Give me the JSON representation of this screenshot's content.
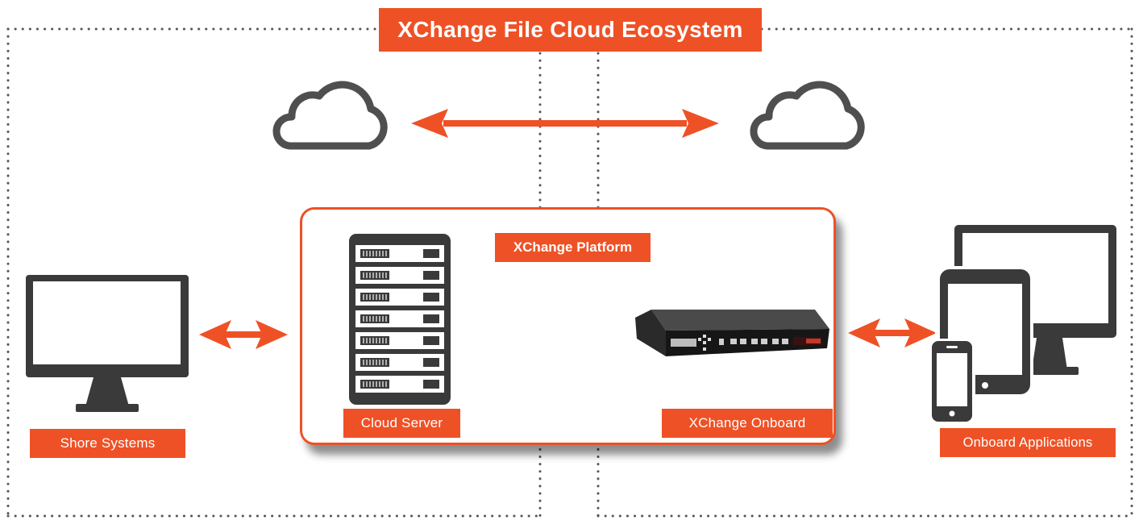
{
  "diagram": {
    "title": "XChange File Cloud Ecosystem",
    "platform_label": "XChange Platform",
    "nodes": {
      "cloud_server": "Cloud Server",
      "xchange_onboard": "XChange Onboard",
      "shore_systems": "Shore Systems",
      "onboard_applications": "Onboard Applications"
    },
    "icons": [
      "cloud-icon",
      "server-rack-icon",
      "rack-appliance-icon",
      "desktop-monitor-icon",
      "tablet-icon",
      "smartphone-icon",
      "double-arrow-icon"
    ],
    "colors": {
      "accent": "#ee5126",
      "icon_gray": "#3a3a3a",
      "cloud_outline": "#4f4f4f",
      "dotted_border": "#555555",
      "background": "#ffffff"
    }
  }
}
